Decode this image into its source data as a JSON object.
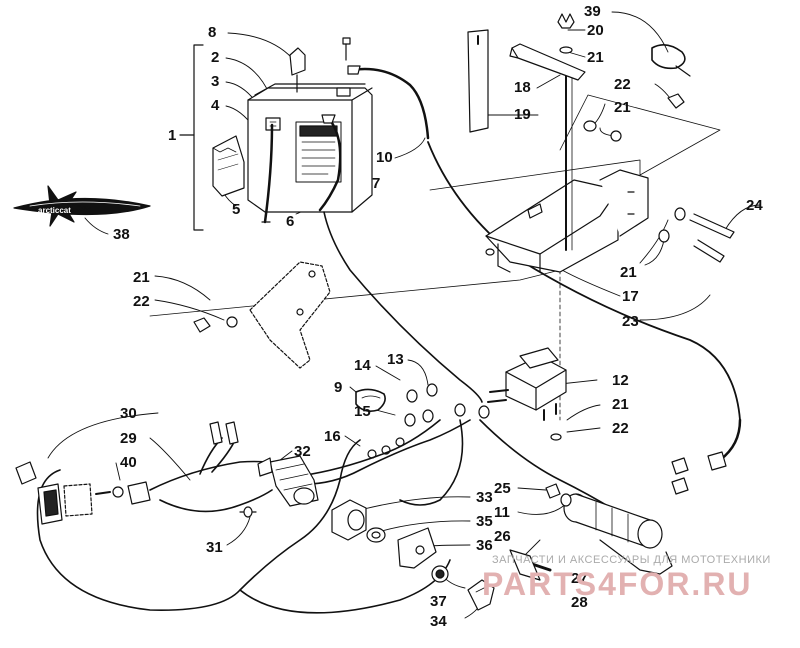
{
  "diagram": {
    "callouts": [
      "1",
      "2",
      "3",
      "4",
      "5",
      "6",
      "7",
      "8",
      "9",
      "10",
      "11",
      "12",
      "13",
      "14",
      "15",
      "16",
      "17",
      "18",
      "19",
      "20",
      "21",
      "21",
      "21",
      "21",
      "21",
      "21",
      "22",
      "22",
      "22",
      "22",
      "23",
      "24",
      "25",
      "26",
      "27",
      "28",
      "29",
      "30",
      "31",
      "32",
      "33",
      "34",
      "35",
      "36",
      "37",
      "38",
      "39",
      "40"
    ],
    "logo_text": "arcticcat",
    "watermark": {
      "line1": "ЗАПЧАСТИ И АКСЕССУАРЫ ДЛЯ МОТОТЕХНИКИ",
      "line2": "PARTS4FOR.RU"
    }
  }
}
